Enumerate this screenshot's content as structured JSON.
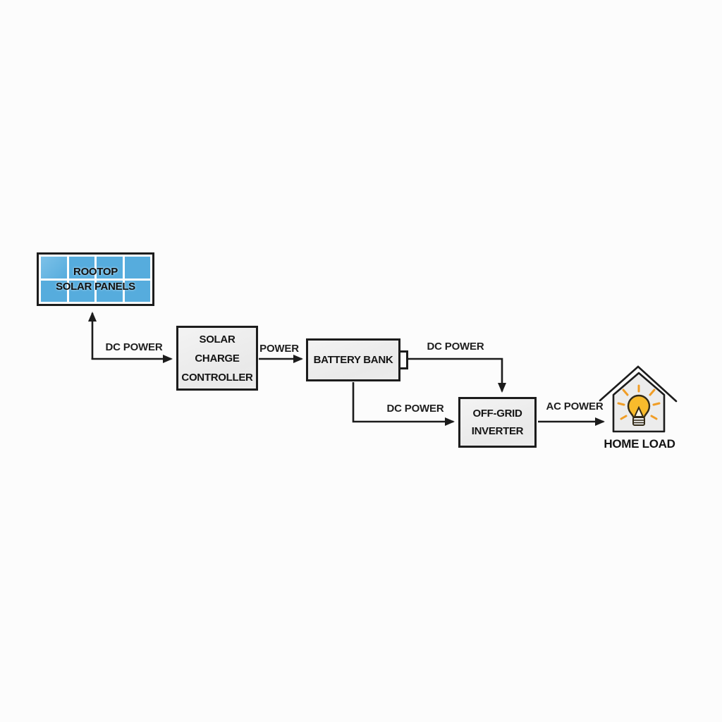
{
  "diagram": {
    "type": "block-diagram",
    "subject": "off-grid rooftop solar power system",
    "nodes": {
      "solar_panels": {
        "line1": "ROOTOP",
        "line2": "SOLAR PANELS"
      },
      "charge_controller": {
        "line1": "SOLAR",
        "line2": "CHARGE",
        "line3": "CONTROLLER"
      },
      "battery_bank": {
        "label": "BATTERY BANK"
      },
      "inverter": {
        "line1": "OFF-GRID",
        "line2": "INVERTER"
      },
      "home_load": {
        "label": "HOME LOAD"
      }
    },
    "connectors": {
      "panels_to_controller": {
        "label": "DC POWER"
      },
      "controller_to_battery": {
        "label": "POWER"
      },
      "battery_to_inverter_top": {
        "label": "DC POWER"
      },
      "battery_to_inverter_side": {
        "label": "DC POWER"
      },
      "inverter_to_home": {
        "label": "AC POWER"
      }
    },
    "icons": {
      "solar_panels": "solar-panel-grid-icon",
      "home_load": "house-light-bulb-icon"
    },
    "colors": {
      "background": "#fcfcfc",
      "line": "#1c1c1c",
      "box_fill": "#ececec",
      "panel_cell_blue": "#56acdd",
      "bulb_yellow": "#f8bb2c",
      "ray_orange": "#f09d26",
      "house_fill": "#ececec"
    }
  }
}
